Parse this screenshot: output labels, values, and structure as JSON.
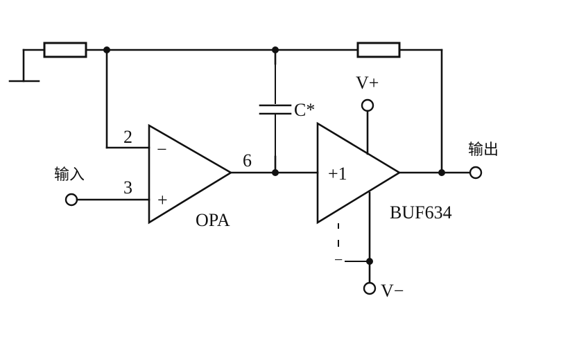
{
  "labels": {
    "input": "输入",
    "output": "输出",
    "pin_inv": "2",
    "pin_noninv": "3",
    "pin_out": "6",
    "minus_sign": "−",
    "plus_sign": "+",
    "opamp_name": "OPA",
    "buffer_gain": "+1",
    "buffer_name": "BUF634",
    "capacitor": "C*",
    "vplus": "V+",
    "vminus": "V−",
    "tick_minus": "−"
  }
}
